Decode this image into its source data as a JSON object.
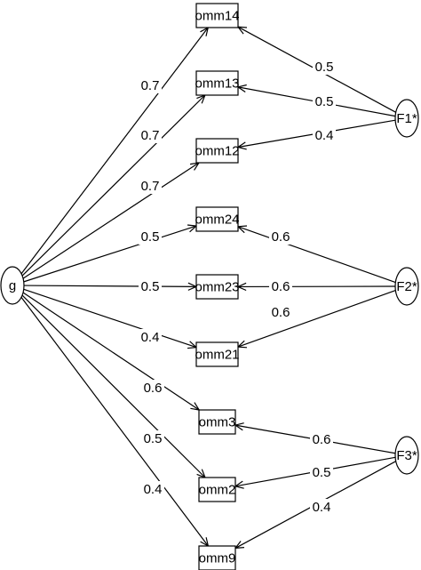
{
  "nodes": {
    "g": {
      "label": "g"
    },
    "F1": {
      "label": "F1*"
    },
    "F2": {
      "label": "F2*"
    },
    "F3": {
      "label": "F3*"
    },
    "omm14": {
      "label": "omm14"
    },
    "omm13": {
      "label": "omm13"
    },
    "omm12": {
      "label": "omm12"
    },
    "omm24": {
      "label": "omm24"
    },
    "omm23": {
      "label": "omm23"
    },
    "omm21": {
      "label": "omm21"
    },
    "omm3": {
      "label": "omm3"
    },
    "omm2": {
      "label": "omm2"
    },
    "omm9": {
      "label": "omm9"
    }
  },
  "edges": [
    {
      "from": "g",
      "to": "omm14",
      "label": "0.7"
    },
    {
      "from": "g",
      "to": "omm13",
      "label": "0.7"
    },
    {
      "from": "g",
      "to": "omm12",
      "label": "0.7"
    },
    {
      "from": "g",
      "to": "omm24",
      "label": "0.5"
    },
    {
      "from": "g",
      "to": "omm23",
      "label": "0.5"
    },
    {
      "from": "g",
      "to": "omm21",
      "label": "0.4"
    },
    {
      "from": "g",
      "to": "omm3",
      "label": "0.6"
    },
    {
      "from": "g",
      "to": "omm2",
      "label": "0.5"
    },
    {
      "from": "g",
      "to": "omm9",
      "label": "0.4"
    },
    {
      "from": "F1",
      "to": "omm14",
      "label": "0.5"
    },
    {
      "from": "F1",
      "to": "omm13",
      "label": "0.5"
    },
    {
      "from": "F1",
      "to": "omm12",
      "label": "0.4"
    },
    {
      "from": "F2",
      "to": "omm24",
      "label": "0.6"
    },
    {
      "from": "F2",
      "to": "omm23",
      "label": "0.6"
    },
    {
      "from": "F2",
      "to": "omm21",
      "label": "0.6"
    },
    {
      "from": "F3",
      "to": "omm3",
      "label": "0.6"
    },
    {
      "from": "F3",
      "to": "omm2",
      "label": "0.5"
    },
    {
      "from": "F3",
      "to": "omm9",
      "label": "0.4"
    }
  ]
}
